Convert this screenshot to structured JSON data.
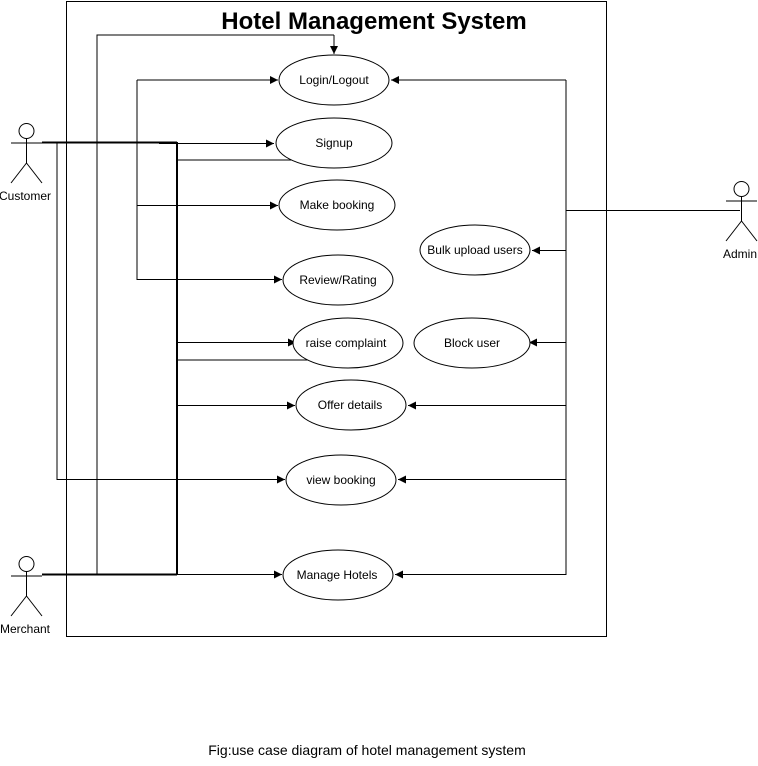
{
  "title": "Hotel Management System",
  "caption": "Fig:use case diagram of hotel management system",
  "actors": {
    "customer": "Customer",
    "merchant": "Merchant",
    "admin": "Admin"
  },
  "use_cases": {
    "login": "Login/Logout",
    "signup": "Signup",
    "make_booking": "Make booking",
    "bulk_upload": "Bulk upload users",
    "review": "Review/Rating",
    "complaint": "raise complaint",
    "block_user": "Block user",
    "offer_details": "Offer details",
    "view_booking": "view booking",
    "manage_hotels": "Manage Hotels"
  }
}
